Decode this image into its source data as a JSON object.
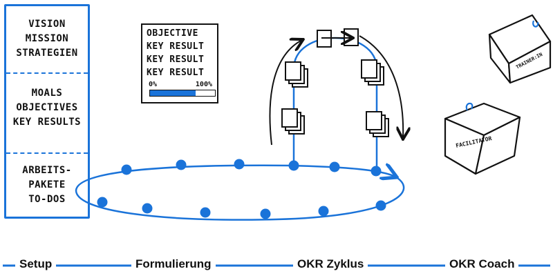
{
  "left_stack": {
    "section1": [
      "VISION",
      "MISSION",
      "STRATEGIEN"
    ],
    "section2": [
      "MOALS",
      "OBJECTIVES",
      "KEY RESULTS"
    ],
    "section3": [
      "ARBEITS-",
      "PAKETE",
      "TO-DOS"
    ]
  },
  "okr_card": {
    "lines": [
      "OBJECTIVE",
      "KEY RESULT",
      "KEY RESULT",
      "KEY RESULT"
    ],
    "progress_min": "0%",
    "progress_max": "100%",
    "progress_value": 0.7
  },
  "coach_cubes": {
    "trainer": "TRAINER:IN",
    "facilitator": "FACILITATOR"
  },
  "timeline": {
    "phases": [
      "Setup",
      "Formulierung",
      "OKR Zyklus",
      "OKR Coach"
    ]
  },
  "colors": {
    "accent": "#1a73d9",
    "ink": "#111111"
  }
}
